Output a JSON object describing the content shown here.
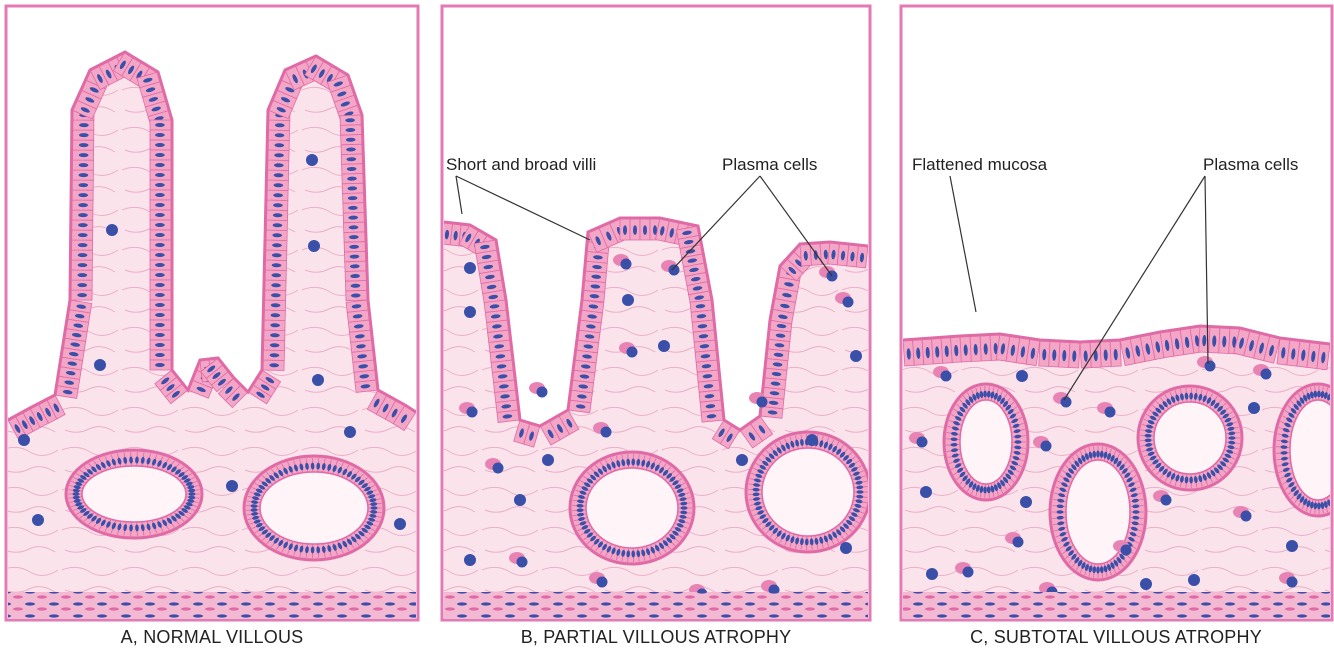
{
  "panels": [
    {
      "caption": "A, NORMAL VILLOUS"
    },
    {
      "caption": "B, PARTIAL VILLOUS ATROPHY",
      "labels": {
        "villi": "Short and broad villi",
        "plasma": "Plasma cells"
      }
    },
    {
      "caption": "C, SUBTOTAL VILLOUS ATROPHY",
      "labels": {
        "mucosa": "Flattened mucosa",
        "plasma": "Plasma cells"
      }
    }
  ],
  "colors": {
    "frame": "#e37ab3",
    "tissue": "#fbe3ec",
    "epithelium": "#f3a6c6",
    "membrane": "#e06aa5",
    "nucleus": "#3a4fa8",
    "plasma_cell": "#e883b3"
  }
}
